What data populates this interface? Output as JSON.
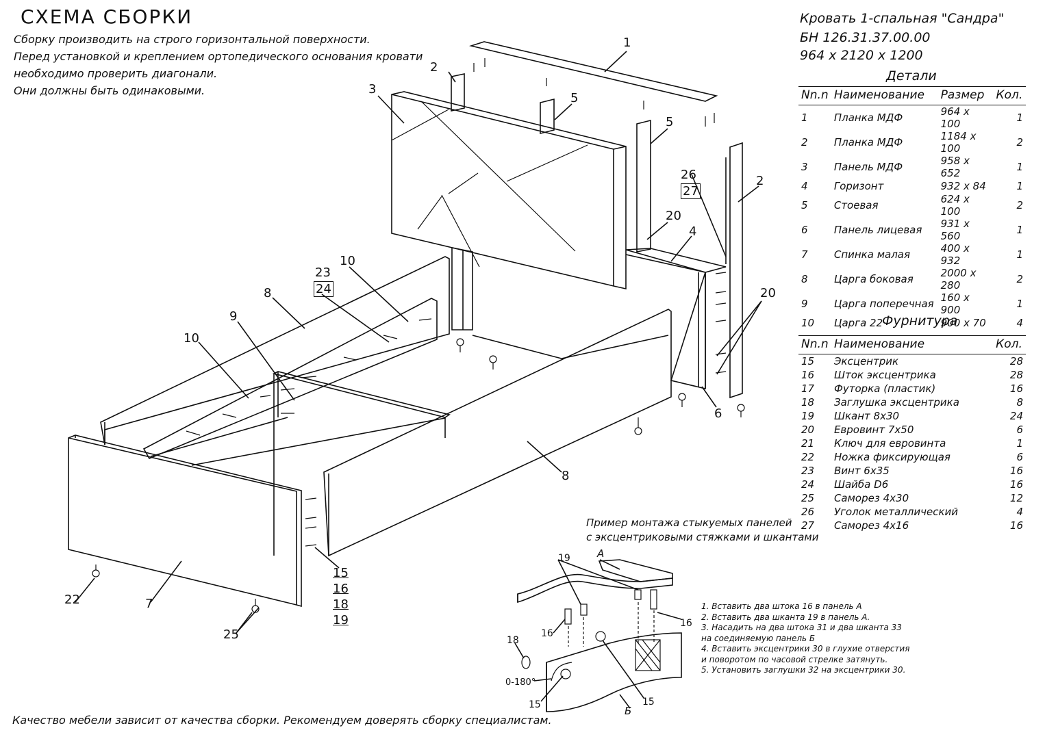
{
  "title": "СХЕМА СБОРКИ",
  "intro": [
    "Сборку производить на строго горизонтальной поверхности.",
    "Перед установкой и креплением ортопедического основания кровати",
    "необходимо проверить диагонали.",
    "Они должны быть одинаковыми."
  ],
  "product": {
    "name": "Кровать 1-спальная \"Сандра\"",
    "code": "БН 126.31.37.00.00",
    "dims": "964 х 2120 х 1200"
  },
  "parts": {
    "title": "Детали",
    "headers": [
      "Nn.n",
      "Наименование",
      "Размер",
      "Кол."
    ],
    "rows": [
      [
        "1",
        "Планка МДФ",
        "964 х 100",
        "1"
      ],
      [
        "2",
        "Планка МДФ",
        "1184 х 100",
        "2"
      ],
      [
        "3",
        "Панель МДФ",
        "958 х 652",
        "1"
      ],
      [
        "4",
        "Горизонт",
        "932 х 84",
        "1"
      ],
      [
        "5",
        "Стоевая",
        "624 х 100",
        "2"
      ],
      [
        "6",
        "Панель лицевая",
        "931 х 560",
        "1"
      ],
      [
        "7",
        "Спинка малая",
        "400 х 932",
        "1"
      ],
      [
        "8",
        "Царга боковая",
        "2000 х 280",
        "2"
      ],
      [
        "9",
        "Царга поперечная",
        "160 х 900",
        "1"
      ],
      [
        "10",
        "Царга 22",
        "900 х 70",
        "4"
      ]
    ]
  },
  "hardware": {
    "title": "Фурнитура",
    "headers": [
      "Nn.n",
      "Наименование",
      "Кол."
    ],
    "rows": [
      [
        "15",
        "Эксцентрик",
        "28"
      ],
      [
        "16",
        "Шток эксцентрика",
        "28"
      ],
      [
        "17",
        "Футорка (пластик)",
        "16"
      ],
      [
        "18",
        "Заглушка эксцентрика",
        "8"
      ],
      [
        "19",
        "Шкант 8х30",
        "24"
      ],
      [
        "20",
        "Евровинт 7х50",
        "6"
      ],
      [
        "21",
        "Ключ для евровинта",
        "1"
      ],
      [
        "22",
        "Ножка фиксирующая",
        "6"
      ],
      [
        "23",
        "Винт 6х35",
        "16"
      ],
      [
        "24",
        "Шайба D6",
        "16"
      ],
      [
        "25",
        "Саморез 4х30",
        "12"
      ],
      [
        "26",
        "Уголок металлический",
        "4"
      ],
      [
        "27",
        "Саморез 4х16",
        "16"
      ]
    ]
  },
  "example": {
    "caption_1": "Пример монтажа стыкуемых панелей",
    "caption_2": "с эксцентриковыми стяжками и шкантами",
    "panel_a": "А",
    "panel_b": "Б",
    "angle": "0-180°",
    "steps": [
      "1. Вставить два штока 16 в панель А",
      "2. Вставить два шканта 19 в панель А.",
      "3. Насадить на два штока 31 и два шканта 33",
      "    на соединяемую панель Б",
      "4. Вставить эксцентрики 30 в глухие отверстия",
      "    и поворотом по часовой стрелке затянуть.",
      "5. Установить заглушки 32 на эксцентрики 30."
    ]
  },
  "callouts": {
    "c1": "1",
    "c2a": "2",
    "c2b": "2",
    "c3": "3",
    "c4": "4",
    "c5a": "5",
    "c5b": "5",
    "c6": "6",
    "c7": "7",
    "c8a": "8",
    "c8b": "8",
    "c9": "9",
    "c10a": "10",
    "c10b": "10",
    "c20a": "20",
    "c20b": "20",
    "c22": "22",
    "c23": "23",
    "c24": "24",
    "c25": "25",
    "c26": "26",
    "c27": "27",
    "c15": "15",
    "c16": "16",
    "c18": "18",
    "c19": "19",
    "e16a": "16",
    "e16b": "16",
    "e18": "18",
    "e19": "19",
    "e15a": "15",
    "e15b": "15"
  },
  "footer": "Качество мебели зависит от качества сборки. Рекомендуем доверять сборку специалистам."
}
